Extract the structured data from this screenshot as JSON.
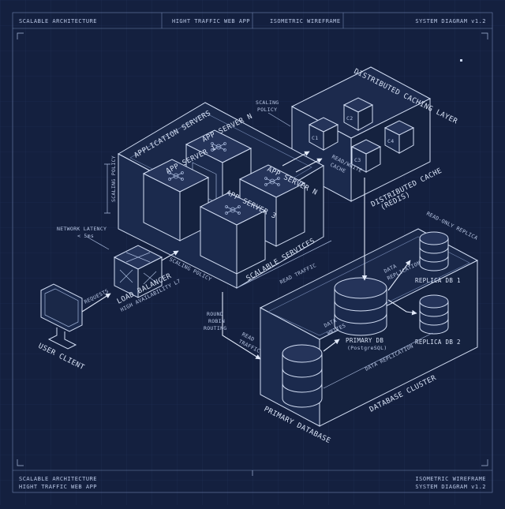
{
  "header": {
    "left": "SCALABLE ARCHITECTURE",
    "center_left": "HIGHT TRAFFIC WEB APP",
    "center_right": "ISOMETRIC WIREFRAME",
    "right": "SYSTEM DIAGRAM v1.2"
  },
  "footer": {
    "left_line1": "SCALABLE ARCHITECTURE",
    "left_line2": "HIGHT TRAFFIC WEB APP",
    "right_line1": "ISOMETRIC WIREFRAME",
    "right_line2": "SYSTEM DIAGRAM v1.2"
  },
  "nodes": {
    "user_client": "USER CLIENT",
    "load_balancer": "LOAD BALANCER",
    "load_balancer_sub": "HIGH AVAILABILITY L7",
    "application_servers": "APPLICATION SERVERS",
    "app_server_1": "APP SERVER 1",
    "app_server_3": "APP SERVER 3",
    "app_server_n_back": "APP SERVER N",
    "app_server_n_front": "APP SERVER N",
    "scalable_services": "SCALABLE SERVICES",
    "caching_layer": "DISTRIBUTED CACHING LAYER",
    "c1": "C1",
    "c2": "C2",
    "c3": "C3",
    "c4": "C4",
    "distributed_cache": "DISTRIBUTED CACHE",
    "redis": "(REDIS)",
    "database_cluster": "DATABASE CLUSTER",
    "primary_database": "PRIMARY DATABASE",
    "primary_db": "PRIMARY DB",
    "postgres": "(PostgreSQL)",
    "replica_1": "REPLICA DB 1",
    "replica_2": "REPLICA DB 2",
    "read_only_replica": "READ-ONLY REPLICA"
  },
  "annotations": {
    "requests": "REQUESTS",
    "network_latency": "NETWORK LATENCY",
    "latency_value": "< 5ms",
    "scaling_policy_side": "SCALING POLICY",
    "scaling_policy_top_1": "SCALING",
    "scaling_policy_top_2": "POLICY",
    "scaling_policy_bottom": "SCALING POLICY",
    "read_write_1": "READ/WRITE",
    "read_write_2": "CACHE",
    "read_traffic_top": "READ TRAFFIC",
    "round_robin_1": "ROUND",
    "round_robin_2": "ROBIN",
    "round_robin_3": "ROUTING",
    "read_traffic_1": "READ",
    "read_traffic_2": "TRAFFIC",
    "data_writes_1": "DATA",
    "data_writes_2": "WRITES",
    "data_replication_top_1": "DATA",
    "data_replication_top_2": "REPLICATION",
    "data_replication_bottom": "DATA REPLICATION"
  },
  "colors": {
    "background": "#14203f",
    "line": "#d3def4",
    "grid": "#1d2c52"
  }
}
